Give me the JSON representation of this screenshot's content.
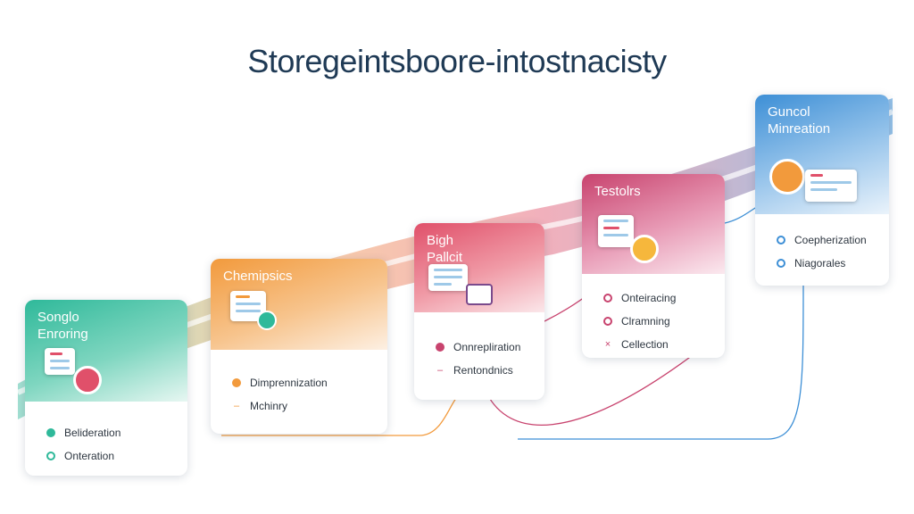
{
  "title": "Storegeintsboore-intostnacisty",
  "colors": {
    "teal": "#2fb99a",
    "orange": "#f29a3c",
    "red": "#e0506a",
    "magenta": "#c8436e",
    "blue": "#3d8fd6",
    "title": "#1f3a55"
  },
  "stages": [
    {
      "tab": [
        "Songlo",
        "Enroring"
      ],
      "items": [
        "Belideration",
        "Onteration"
      ]
    },
    {
      "tab": [
        "Chemipsics"
      ],
      "items": [
        "Dimprennization",
        "Mchinry"
      ]
    },
    {
      "tab": [
        "Bigh",
        "Pallcit"
      ],
      "items": [
        "Onnrepliration",
        "Rentondnics"
      ]
    },
    {
      "tab": [
        "Testolrs"
      ],
      "items": [
        "Onteiracing",
        "Clramning",
        "Cellection"
      ]
    },
    {
      "tab": [
        "Guncol",
        "Minreation"
      ],
      "items": [
        "Coepherization",
        "Niagorales"
      ]
    }
  ]
}
